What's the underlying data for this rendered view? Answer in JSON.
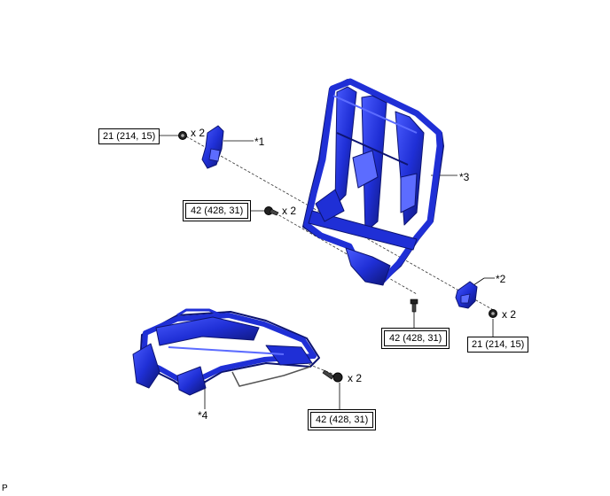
{
  "torques": {
    "t1": "21 (214, 15)",
    "t2": "42 (428, 31)",
    "t3": "42 (428, 31)",
    "t4": "21 (214, 15)",
    "t5": "42 (428, 31)"
  },
  "quantities": {
    "q1": "x 2",
    "q2": "x 2",
    "q3": "x 2",
    "q4": "x 2"
  },
  "callouts": {
    "c1": "*1",
    "c2": "*2",
    "c3": "*3",
    "c4": "*4"
  },
  "corner_mark": "P",
  "colors": {
    "part_fill": "#1f2fd6",
    "part_dark": "#0d1470",
    "part_light": "#5c6cff",
    "line": "#000000"
  }
}
